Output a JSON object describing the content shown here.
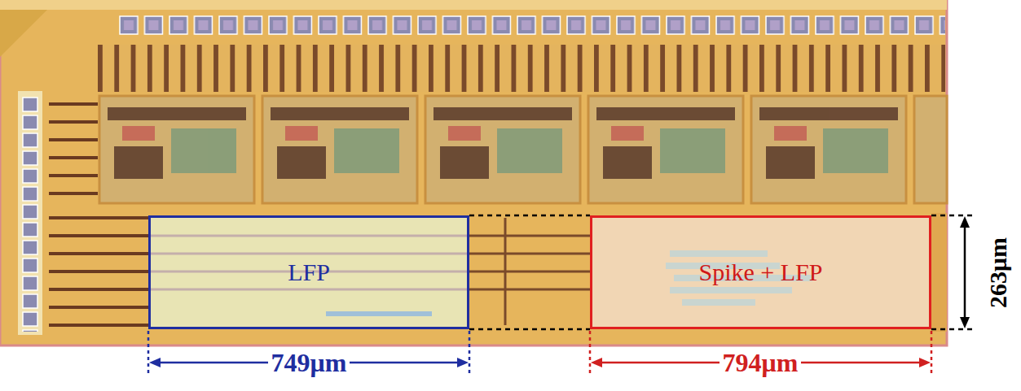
{
  "diagram": {
    "nodes": [
      {
        "text": [
          "LFP"
        ]
      },
      {
        "text": [
          "Spike + LFP"
        ]
      }
    ],
    "labels": [
      "749μm",
      "794μm",
      "263μm"
    ]
  }
}
